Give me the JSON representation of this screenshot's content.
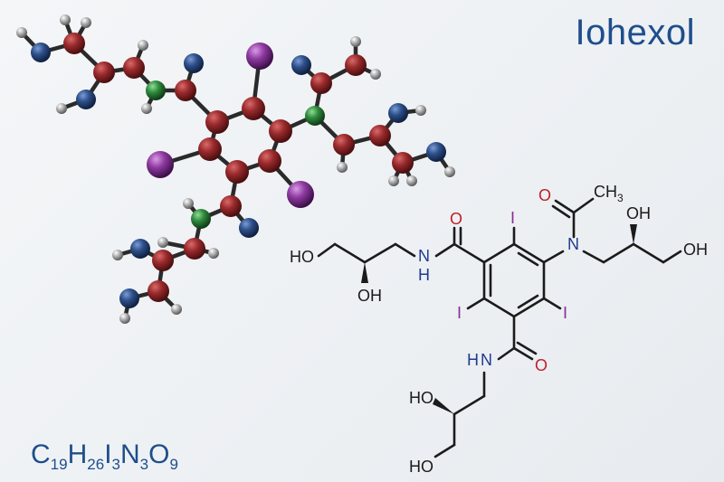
{
  "title": "Iohexol",
  "formula": [
    {
      "el": "C",
      "n": "19"
    },
    {
      "el": "H",
      "n": "26"
    },
    {
      "el": "I",
      "n": "3"
    },
    {
      "el": "N",
      "n": "3"
    },
    {
      "el": "O",
      "n": "9"
    }
  ],
  "structure_labels": {
    "o_amide_top": "O",
    "nh_left": "N",
    "nh_left_h": "H",
    "ho_left": "HO",
    "oh_left": "OH",
    "i_top": "I",
    "i_left": "I",
    "i_right": "I",
    "n_acetyl": "N",
    "o_acetyl": "O",
    "ch3": "CH",
    "ch3_sub": "3",
    "oh_right_top": "OH",
    "oh_right_end": "OH",
    "o_amide_bottom": "O",
    "nh_bottom_h": "H",
    "nh_bottom": "N",
    "ho_bottom_1": "HO",
    "ho_bottom_2": "HO"
  },
  "colors": {
    "title": "#1e4e8c",
    "formula": "#1e4e8c",
    "bond": "#1b1b1b",
    "oxygen_label": "#c0202a",
    "nitrogen_label": "#1f3b8f",
    "iodine_label": "#8a2b9a",
    "carbon_atom": "#9a2a2c",
    "oxygen_atom": "#2d4f8a",
    "nitrogen_atom": "#2f8a3c",
    "iodine_atom": "#8e3aa0",
    "hydrogen_atom": "#8a8a8a",
    "model_bond": "#2a2a2a"
  }
}
